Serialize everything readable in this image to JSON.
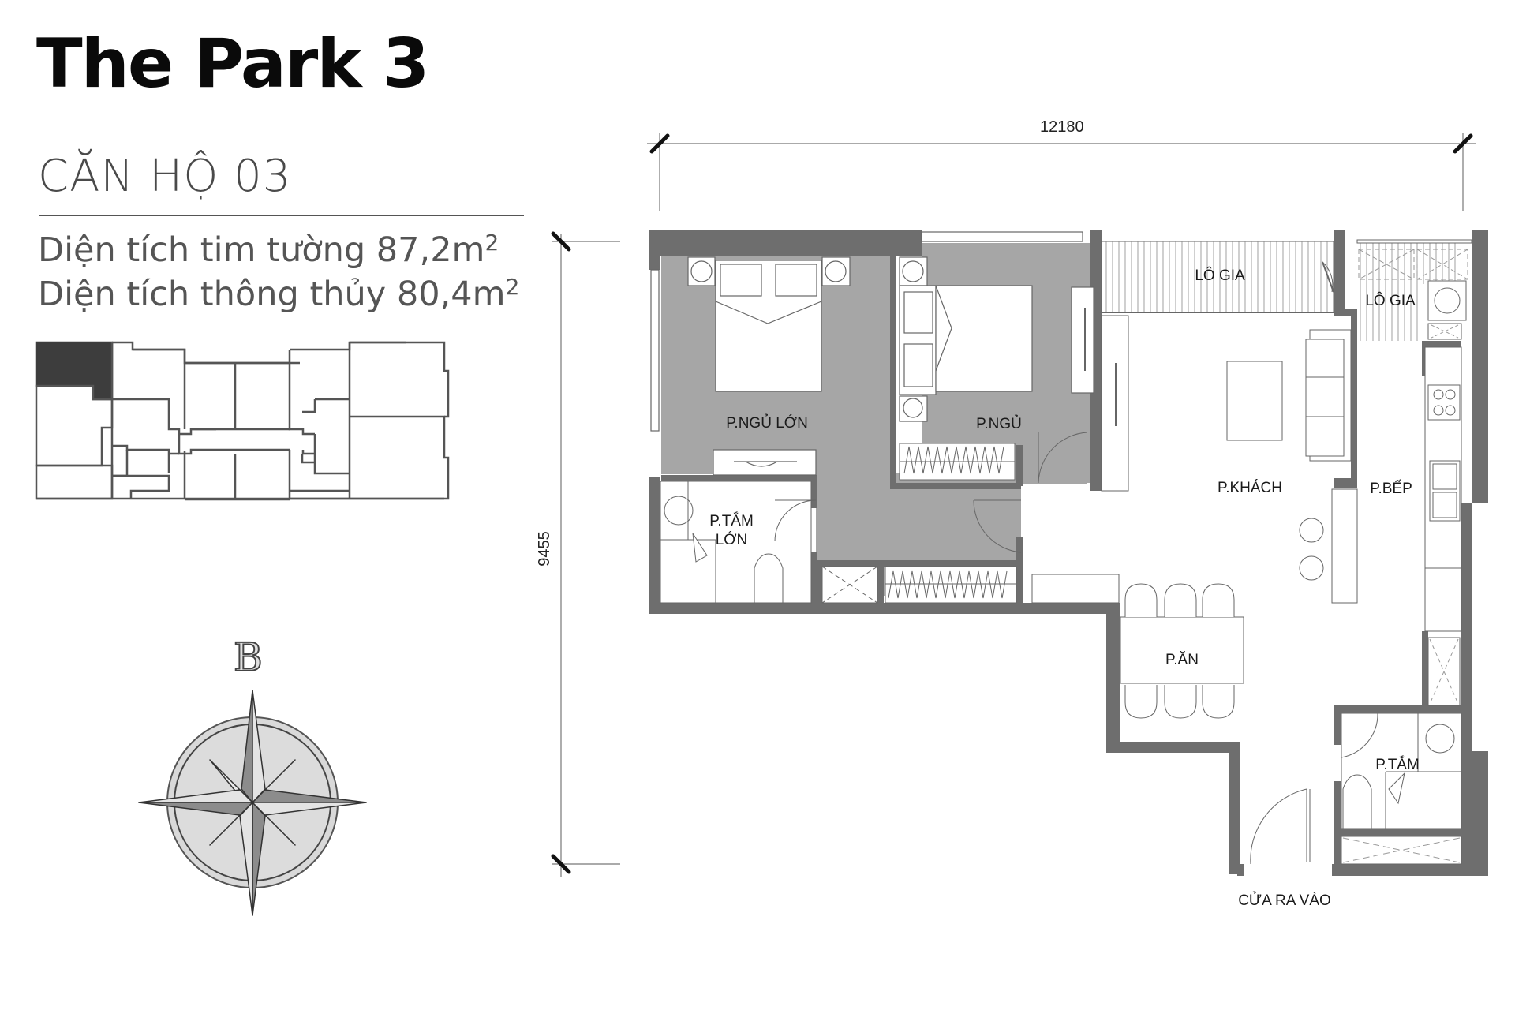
{
  "header": {
    "title": "The Park 3",
    "unit_name": "CĂN HỘ 03",
    "area_gross_label": "Diện tích tim tường 87,2m",
    "area_gross_sup": "2",
    "area_net_label": "Diện tích thông thủy 80,4m",
    "area_net_sup": "2"
  },
  "key_plan": {
    "highlighted_unit": "03",
    "highlight_color": "#3d3d3d",
    "outline_color": "#555555"
  },
  "dimensions": {
    "width_mm": "12180",
    "depth_mm": "9455"
  },
  "rooms": [
    {
      "id": "master-bedroom",
      "label": "P.NGỦ LỚN"
    },
    {
      "id": "bedroom",
      "label": "P.NGỦ"
    },
    {
      "id": "loggia-1",
      "label": "LÔ GIA"
    },
    {
      "id": "loggia-2",
      "label": "LÔ GIA"
    },
    {
      "id": "master-bath",
      "label": "P.TẮM\nLỚN",
      "line1": "P.TẮM",
      "line2": "LỚN"
    },
    {
      "id": "living-room",
      "label": "P.KHÁCH"
    },
    {
      "id": "kitchen",
      "label": "P.BẾP"
    },
    {
      "id": "dining-room",
      "label": "P.ĂN"
    },
    {
      "id": "bathroom",
      "label": "P.TẮM"
    },
    {
      "id": "entrance",
      "label": "CỬA RA VÀO"
    }
  ],
  "compass": {
    "north_letter": "B"
  },
  "colors": {
    "wall": "#6e6e6e",
    "bedroom_fill": "#a6a6a6",
    "line": "#555555",
    "text_dark": "#0a0a0a",
    "text_gray": "#4a4a4a"
  }
}
